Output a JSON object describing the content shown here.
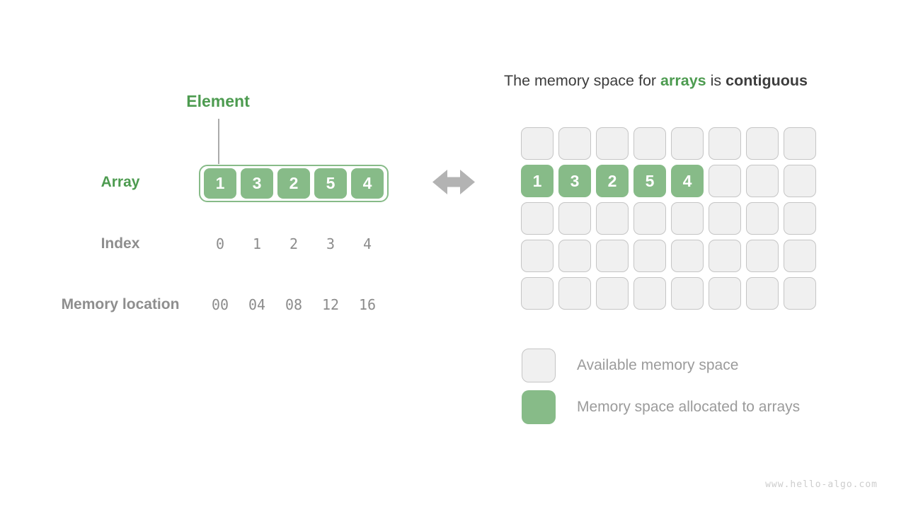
{
  "left": {
    "element_label": "Element",
    "array_label": "Array",
    "index_label": "Index",
    "memory_label": "Memory location",
    "array_values": [
      "1",
      "3",
      "2",
      "5",
      "4"
    ],
    "index_values": [
      "0",
      "1",
      "2",
      "3",
      "4"
    ],
    "memory_values": [
      "00",
      "04",
      "08",
      "12",
      "16"
    ]
  },
  "right": {
    "title_parts": [
      {
        "text": "The memory space for ",
        "style": "normal"
      },
      {
        "text": "arrays",
        "style": "green-bold"
      },
      {
        "text": " is ",
        "style": "normal"
      },
      {
        "text": "contiguous",
        "style": "bold"
      }
    ],
    "grid": {
      "rows": 5,
      "cols": 8,
      "allocated_row": 1,
      "allocated_values": [
        "1",
        "3",
        "2",
        "5",
        "4"
      ]
    },
    "legend": [
      {
        "swatch": "available",
        "label": "Available memory space"
      },
      {
        "swatch": "allocated",
        "label": "Memory space allocated to arrays"
      }
    ]
  },
  "watermark": "www.hello-algo.com",
  "colors": {
    "green_text": "#4D9B50",
    "green_fill": "#87BB88",
    "gray_fill": "#F0F0F0",
    "gray_border": "#C5C5C5",
    "gray_label_text": "#8E8E8E",
    "title_text": "#3D3D3D",
    "arrow": "#B3B3B3",
    "watermark": "#CDCDCD"
  }
}
